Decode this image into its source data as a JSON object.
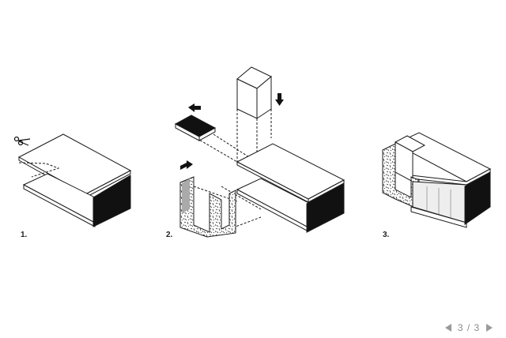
{
  "steps": [
    {
      "label": "1."
    },
    {
      "label": "2."
    },
    {
      "label": "3."
    }
  ],
  "pager": {
    "counter": "3 / 3",
    "prev_icon": "triangle-left-icon",
    "next_icon": "triangle-right-icon"
  },
  "icons": {
    "step1_tool": "scissors-icon",
    "arrows": [
      "arrow-left-icon",
      "arrow-down-icon",
      "arrow-right-icon"
    ]
  },
  "colors": {
    "line": "#1a1a1a",
    "fill_dark": "#111111",
    "pager_gray": "#9a9a9a"
  }
}
